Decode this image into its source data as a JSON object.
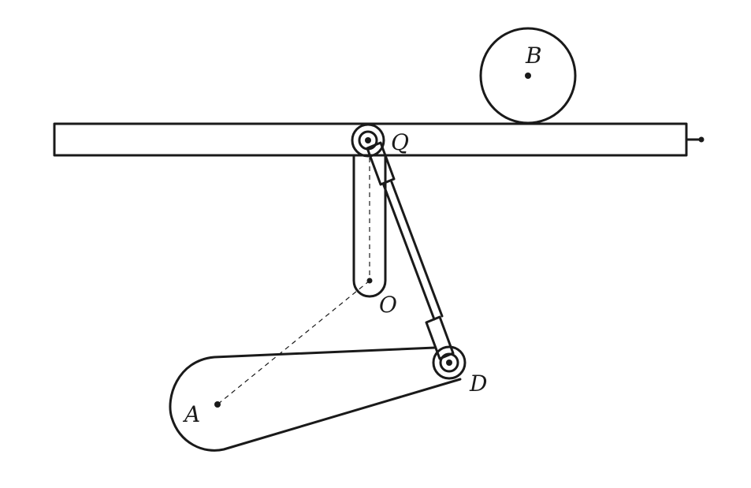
{
  "diagram": {
    "labels": {
      "B": "B",
      "Q": "Q",
      "O": "O",
      "D": "D",
      "A": "A"
    }
  }
}
